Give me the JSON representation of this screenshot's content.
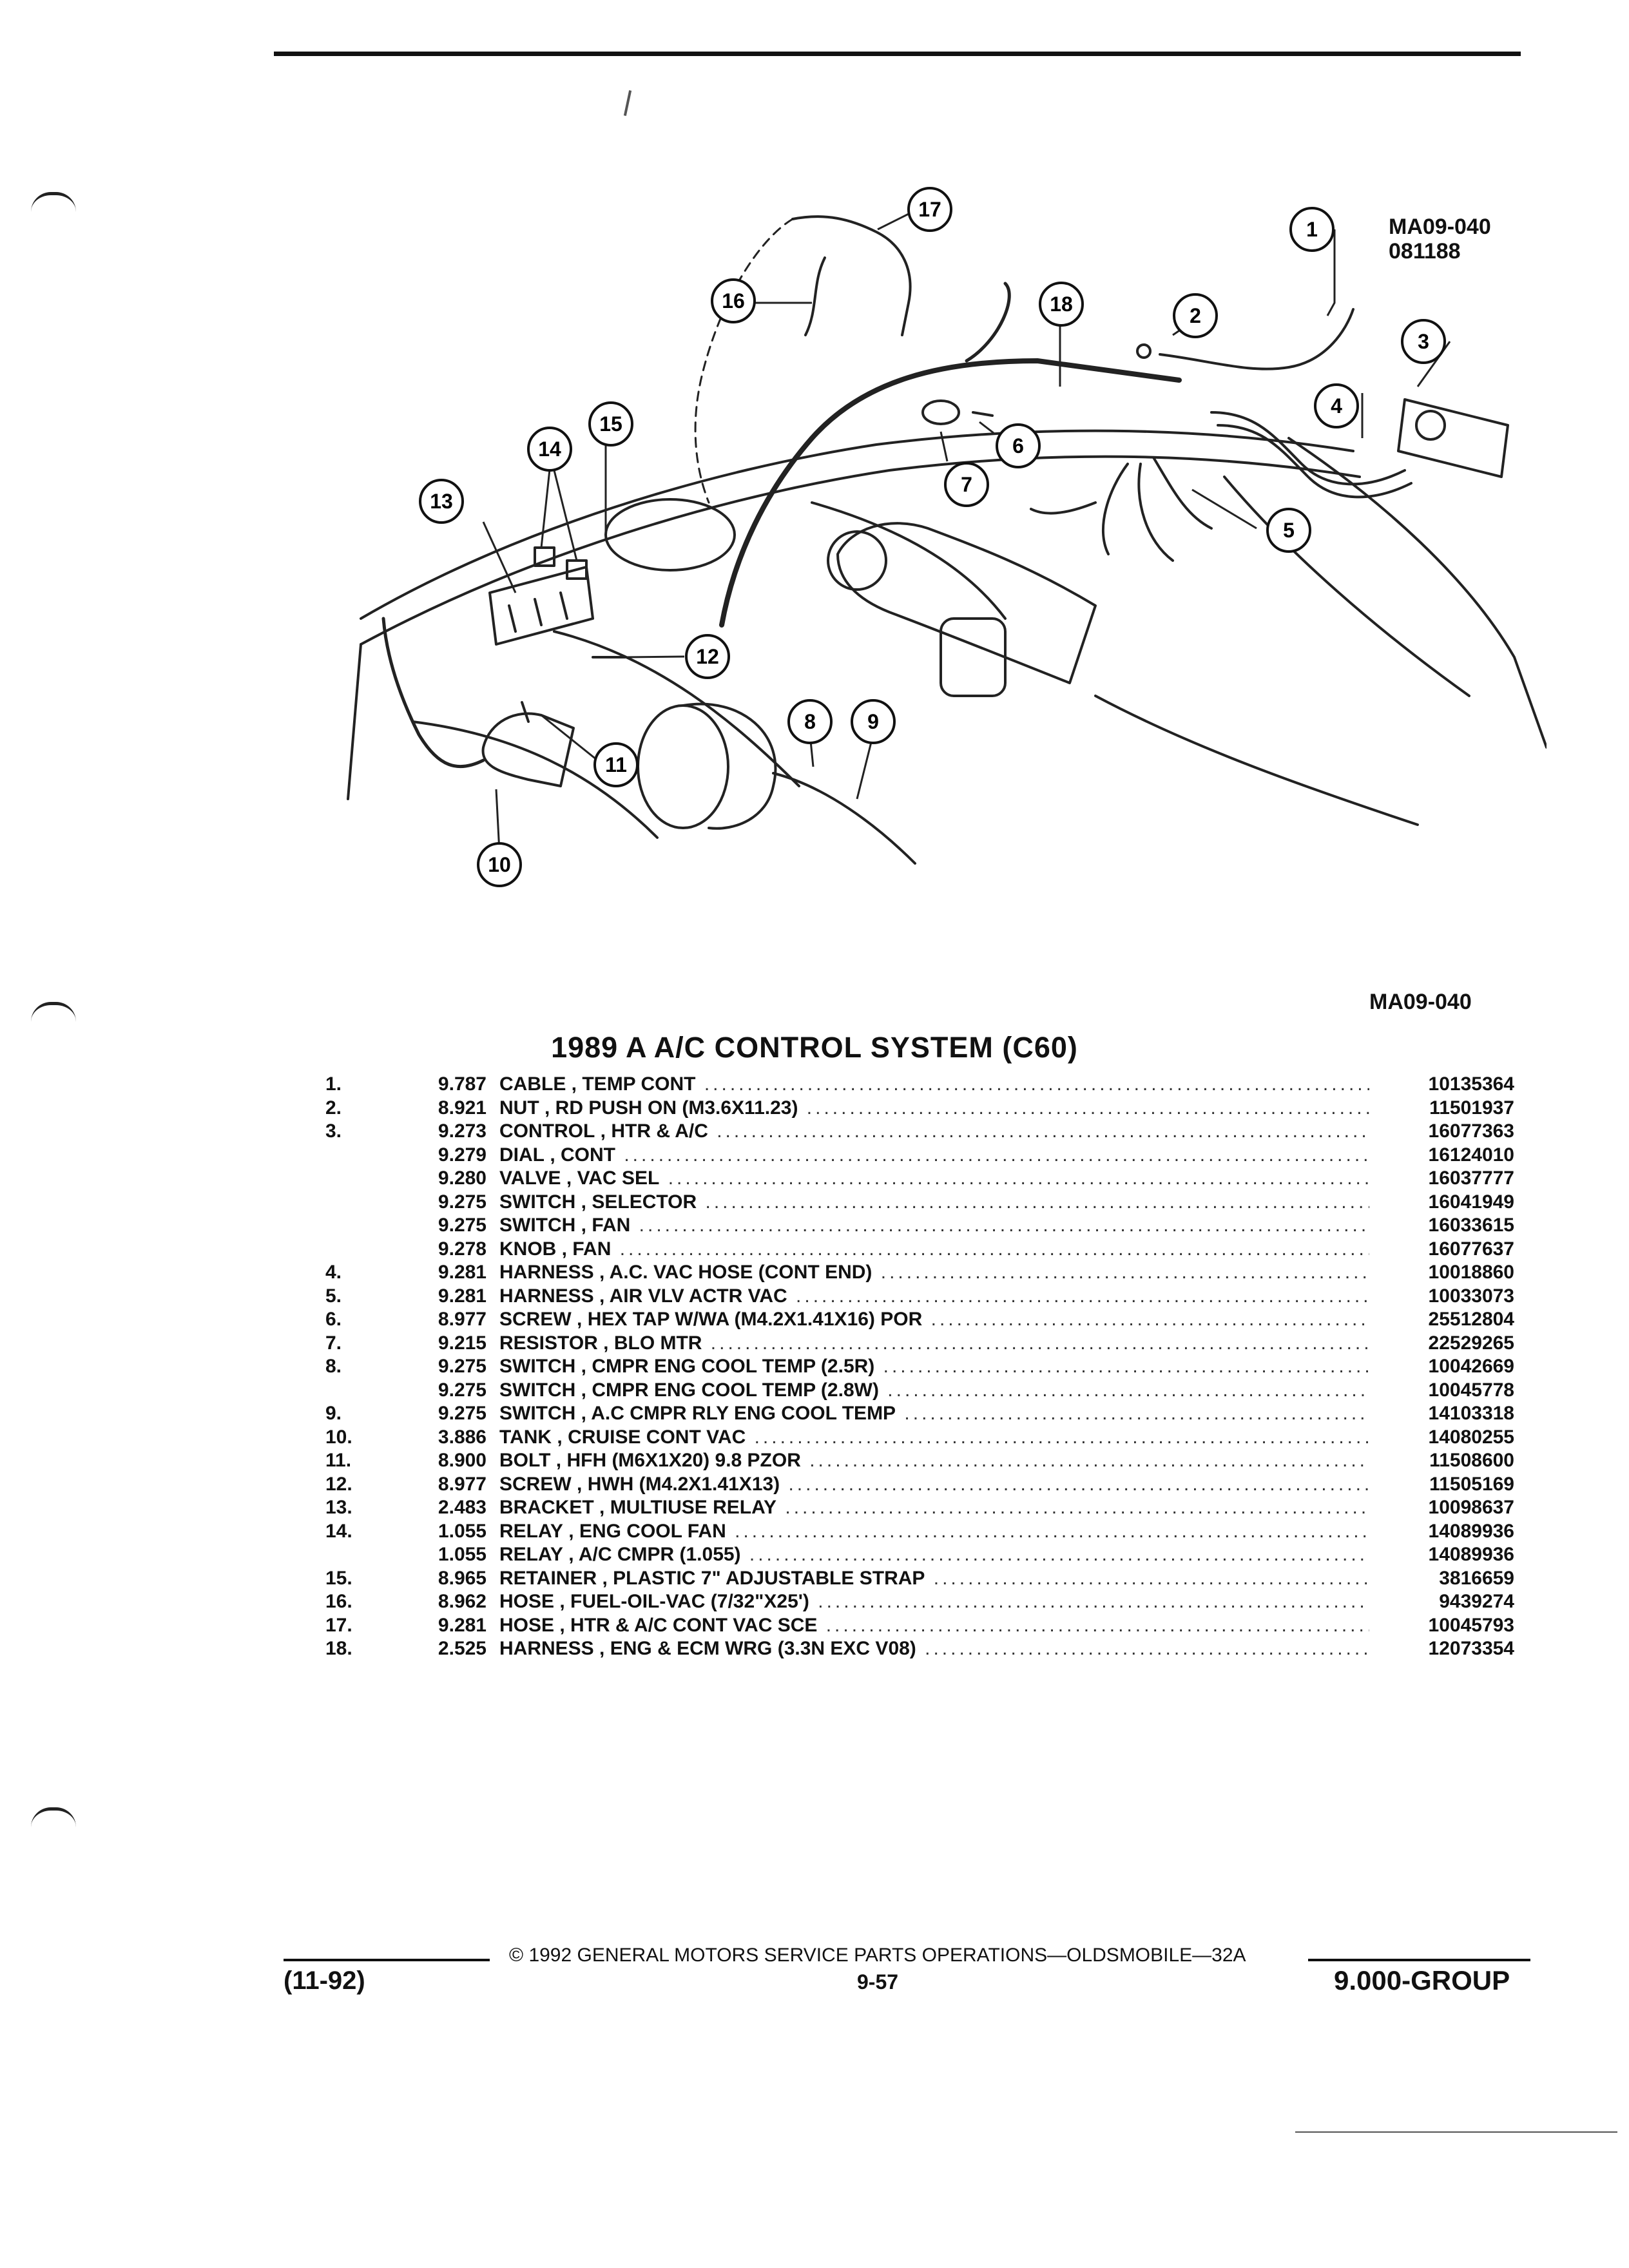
{
  "figure": {
    "code_top": "MA09-040",
    "date_code": "081188",
    "code_bottom": "MA09-040",
    "callouts": [
      "1",
      "2",
      "3",
      "4",
      "5",
      "6",
      "7",
      "8",
      "9",
      "10",
      "11",
      "12",
      "13",
      "14",
      "15",
      "16",
      "17",
      "18"
    ]
  },
  "section_title": "1989 A A/C CONTROL SYSTEM (C60)",
  "parts": [
    {
      "num": "1.",
      "cat": "9.787",
      "name": "CABLE",
      "detail": "TEMP CONT",
      "pn": "10135364"
    },
    {
      "num": "2.",
      "cat": "8.921",
      "name": "NUT",
      "detail": "RD PUSH ON (M3.6X11.23)",
      "pn": "11501937"
    },
    {
      "num": "3.",
      "cat": "9.273",
      "name": "CONTROL",
      "detail": "HTR & A/C",
      "pn": "16077363"
    },
    {
      "num": "",
      "cat": "9.279",
      "name": "DIAL",
      "detail": "CONT",
      "pn": "16124010"
    },
    {
      "num": "",
      "cat": "9.280",
      "name": "VALVE",
      "detail": "VAC SEL",
      "pn": "16037777"
    },
    {
      "num": "",
      "cat": "9.275",
      "name": "SWITCH",
      "detail": "SELECTOR",
      "pn": "16041949"
    },
    {
      "num": "",
      "cat": "9.275",
      "name": "SWITCH",
      "detail": "FAN",
      "pn": "16033615"
    },
    {
      "num": "",
      "cat": "9.278",
      "name": "KNOB",
      "detail": "FAN",
      "pn": "16077637"
    },
    {
      "num": "4.",
      "cat": "9.281",
      "name": "HARNESS",
      "detail": "A.C. VAC HOSE (CONT END)",
      "pn": "10018860"
    },
    {
      "num": "5.",
      "cat": "9.281",
      "name": "HARNESS",
      "detail": "AIR VLV ACTR VAC",
      "pn": "10033073"
    },
    {
      "num": "6.",
      "cat": "8.977",
      "name": "SCREW",
      "detail": "HEX TAP W/WA (M4.2X1.41X16) POR",
      "pn": "25512804"
    },
    {
      "num": "7.",
      "cat": "9.215",
      "name": "RESISTOR",
      "detail": "BLO MTR",
      "pn": "22529265"
    },
    {
      "num": "8.",
      "cat": "9.275",
      "name": "SWITCH",
      "detail": "CMPR ENG COOL TEMP (2.5R)",
      "pn": "10042669"
    },
    {
      "num": "",
      "cat": "9.275",
      "name": "SWITCH",
      "detail": "CMPR ENG COOL TEMP (2.8W)",
      "pn": "10045778"
    },
    {
      "num": "9.",
      "cat": "9.275",
      "name": "SWITCH",
      "detail": "A.C CMPR RLY ENG COOL TEMP",
      "pn": "14103318"
    },
    {
      "num": "10.",
      "cat": "3.886",
      "name": "TANK",
      "detail": "CRUISE CONT VAC",
      "pn": "14080255"
    },
    {
      "num": "11.",
      "cat": "8.900",
      "name": "BOLT",
      "detail": "HFH (M6X1X20) 9.8 PZOR",
      "pn": "11508600"
    },
    {
      "num": "12.",
      "cat": "8.977",
      "name": "SCREW",
      "detail": "HWH (M4.2X1.41X13)",
      "pn": "11505169"
    },
    {
      "num": "13.",
      "cat": "2.483",
      "name": "BRACKET",
      "detail": "MULTIUSE RELAY",
      "pn": "10098637"
    },
    {
      "num": "14.",
      "cat": "1.055",
      "name": "RELAY",
      "detail": "ENG COOL FAN",
      "pn": "14089936"
    },
    {
      "num": "",
      "cat": "1.055",
      "name": "RELAY",
      "detail": "A/C CMPR (1.055)",
      "pn": "14089936"
    },
    {
      "num": "15.",
      "cat": "8.965",
      "name": "RETAINER",
      "detail": "PLASTIC 7\" ADJUSTABLE STRAP",
      "pn": "3816659"
    },
    {
      "num": "16.",
      "cat": "8.962",
      "name": "HOSE",
      "detail": "FUEL-OIL-VAC (7/32\"X25')",
      "pn": "9439274"
    },
    {
      "num": "17.",
      "cat": "9.281",
      "name": "HOSE",
      "detail": "HTR & A/C CONT VAC SCE",
      "pn": "10045793"
    },
    {
      "num": "18.",
      "cat": "2.525",
      "name": "HARNESS",
      "detail": "ENG & ECM WRG (3.3N EXC V08)",
      "pn": "12073354"
    }
  ],
  "footer": {
    "copyright": "© 1992 GENERAL MOTORS SERVICE PARTS OPERATIONS—OLDSMOBILE—32A",
    "date": "(11-92)",
    "page": "9-57",
    "group": "9.000-GROUP"
  }
}
